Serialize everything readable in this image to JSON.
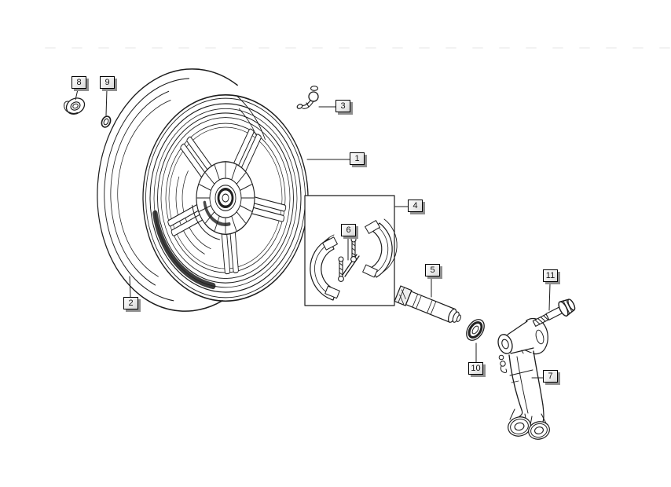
{
  "diagram": {
    "kind": "exploded-parts-line-drawing",
    "background": "#ffffff",
    "line_color": "#1c1c1c"
  },
  "label_style": {
    "face": "#ececec",
    "border": "#000000",
    "shadow": "#8f8f8f",
    "text": "#111111"
  },
  "callouts": [
    {
      "label": "1"
    },
    {
      "label": "2"
    },
    {
      "label": "3"
    },
    {
      "label": "4"
    },
    {
      "label": "5"
    },
    {
      "label": "6"
    },
    {
      "label": "7"
    },
    {
      "label": "8"
    },
    {
      "label": "9"
    },
    {
      "label": "10"
    },
    {
      "label": "11"
    }
  ]
}
